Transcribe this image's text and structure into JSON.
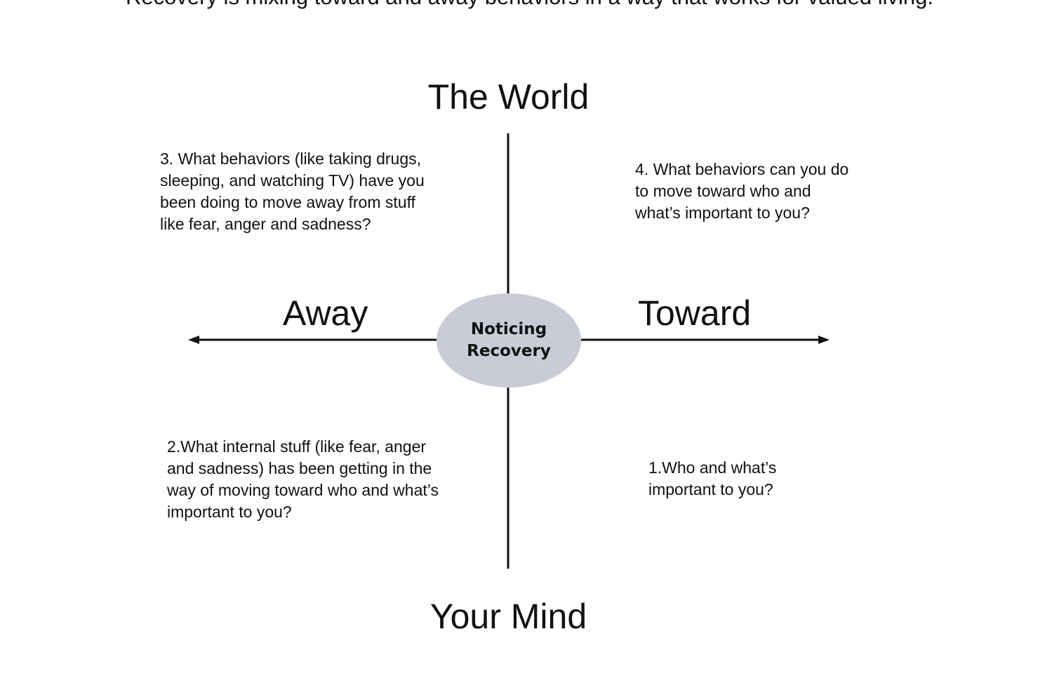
{
  "caption": "Recovery is mixing toward and away behaviors in a way that works for valued living.",
  "axes": {
    "top": "The World",
    "bottom": "Your Mind",
    "left": "Away",
    "right": "Toward"
  },
  "center": {
    "label": "Noticing\nRecovery",
    "fill": "#c7ccd6"
  },
  "quadrants": {
    "q3": "3. What behaviors (like taking drugs,\nsleeping, and watching TV) have you\nbeen doing to move away from stuff\nlike fear, anger and sadness?",
    "q4": "4. What behaviors can you do\nto move toward who and\nwhat’s important to you?",
    "q2": "2.What internal stuff (like fear, anger\nand sadness) has been getting in the\nway of moving toward who and what’s\nimportant to you?",
    "q1": "1.Who and what’s\nimportant to you?"
  }
}
